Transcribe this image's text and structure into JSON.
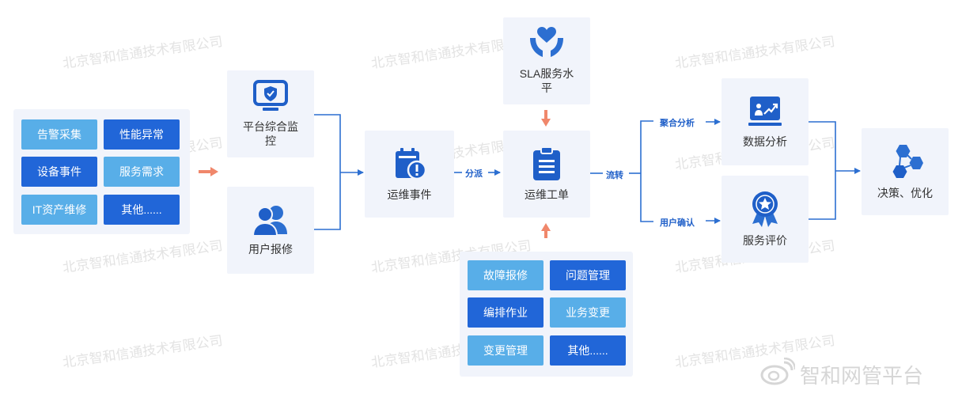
{
  "watermark": "北京智和信通技术有限公司",
  "brand": "智和网管平台",
  "sources": [
    "告警采集",
    "性能异常",
    "设备事件",
    "服务需求",
    "IT资产维修",
    "其他......"
  ],
  "monitor": {
    "label": "平台综合监控"
  },
  "repair": {
    "label": "用户报修"
  },
  "event": {
    "label": "运维事件"
  },
  "dispatch_label": "分派",
  "sla": {
    "label": "SLA服务水平"
  },
  "workorder": {
    "label": "运维工单"
  },
  "flow_label": "流转",
  "tasks": [
    "故障报修",
    "问题管理",
    "编排作业",
    "业务变更",
    "变更管理",
    "其他......"
  ],
  "aggregate_label": "聚合分析",
  "confirm_label": "用户确认",
  "analysis": {
    "label": "数据分析"
  },
  "evaluation": {
    "label": "服务评价"
  },
  "decision": {
    "label": "决策、优化"
  },
  "colors": {
    "light_chip": "#58aee8",
    "dark_chip": "#2166d8",
    "connector": "#2c6fd1",
    "arrow_orange": "#f0876b",
    "panel": "#f1f4fb"
  }
}
